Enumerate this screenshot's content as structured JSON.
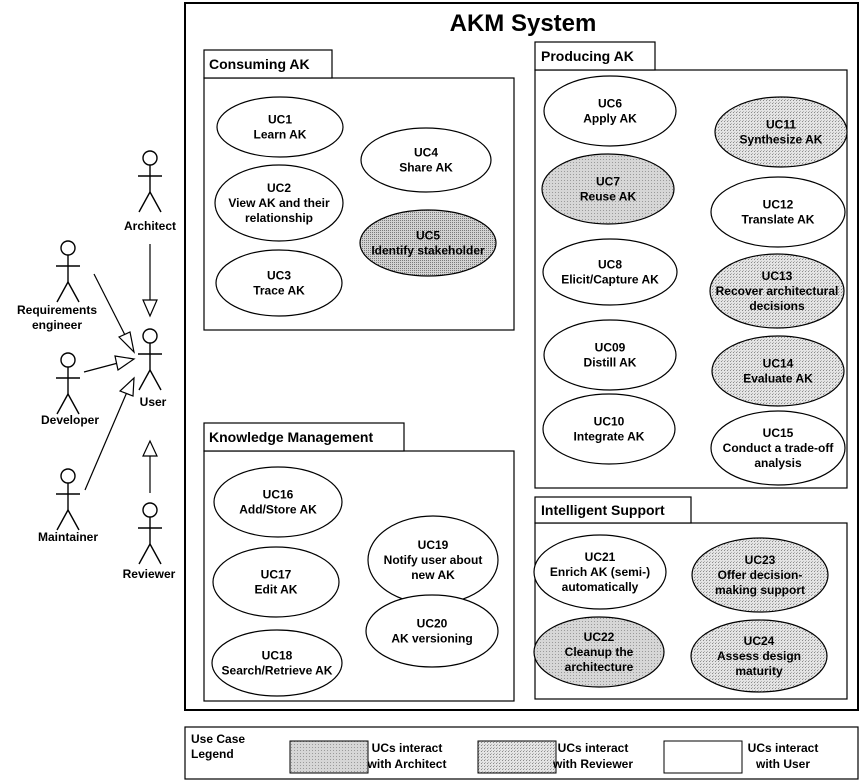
{
  "system": {
    "title": "AKM System"
  },
  "packages": {
    "consuming": "Consuming AK",
    "producing": "Producing AK",
    "km": "Knowledge Management",
    "intelligent": "Intelligent Support"
  },
  "use_cases": {
    "uc1": {
      "id": "UC1",
      "lines": [
        "Learn AK"
      ],
      "interacts_with": "User"
    },
    "uc2": {
      "id": "UC2",
      "lines": [
        "View AK and their",
        "relationship"
      ],
      "interacts_with": "User"
    },
    "uc3": {
      "id": "UC3",
      "lines": [
        "Trace AK"
      ],
      "interacts_with": "User"
    },
    "uc4": {
      "id": "UC4",
      "lines": [
        "Share AK"
      ],
      "interacts_with": "User"
    },
    "uc5": {
      "id": "UC5",
      "lines": [
        "Identify stakeholder"
      ],
      "interacts_with": "Reviewer"
    },
    "uc6": {
      "id": "UC6",
      "lines": [
        "Apply AK"
      ],
      "interacts_with": "User"
    },
    "uc7": {
      "id": "UC7",
      "lines": [
        "Reuse AK"
      ],
      "interacts_with": "Architect"
    },
    "uc8": {
      "id": "UC8",
      "lines": [
        "Elicit/Capture AK"
      ],
      "interacts_with": "User"
    },
    "uc9": {
      "id": "UC09",
      "lines": [
        "Distill AK"
      ],
      "interacts_with": "User"
    },
    "uc10": {
      "id": "UC10",
      "lines": [
        "Integrate AK"
      ],
      "interacts_with": "User"
    },
    "uc11": {
      "id": "UC11",
      "lines": [
        "Synthesize AK"
      ],
      "interacts_with": "Reviewer"
    },
    "uc12": {
      "id": "UC12",
      "lines": [
        "Translate AK"
      ],
      "interacts_with": "User"
    },
    "uc13": {
      "id": "UC13",
      "lines": [
        "Recover architectural",
        "decisions"
      ],
      "interacts_with": "Reviewer"
    },
    "uc14": {
      "id": "UC14",
      "lines": [
        "Evaluate AK"
      ],
      "interacts_with": "Reviewer"
    },
    "uc15": {
      "id": "UC15",
      "lines": [
        "Conduct a trade-off",
        "analysis"
      ],
      "interacts_with": "User"
    },
    "uc16": {
      "id": "UC16",
      "lines": [
        "Add/Store AK"
      ],
      "interacts_with": "User"
    },
    "uc17": {
      "id": "UC17",
      "lines": [
        "Edit AK"
      ],
      "interacts_with": "User"
    },
    "uc18": {
      "id": "UC18",
      "lines": [
        "Search/Retrieve AK"
      ],
      "interacts_with": "User"
    },
    "uc19": {
      "id": "UC19",
      "lines": [
        "Notify user about",
        "new AK"
      ],
      "interacts_with": "User"
    },
    "uc20": {
      "id": "UC20",
      "lines": [
        "AK versioning"
      ],
      "interacts_with": "User"
    },
    "uc21": {
      "id": "UC21",
      "lines": [
        "Enrich AK (semi-)",
        "automatically"
      ],
      "interacts_with": "User"
    },
    "uc22": {
      "id": "UC22",
      "lines": [
        "Cleanup the",
        "architecture"
      ],
      "interacts_with": "Architect"
    },
    "uc23": {
      "id": "UC23",
      "lines": [
        "Offer decision-",
        "making support"
      ],
      "interacts_with": "Reviewer"
    },
    "uc24": {
      "id": "UC24",
      "lines": [
        "Assess design",
        "maturity"
      ],
      "interacts_with": "Reviewer"
    }
  },
  "actors": {
    "architect": {
      "lines": [
        "Architect"
      ]
    },
    "user": {
      "lines": [
        "User"
      ]
    },
    "requirements": {
      "lines": [
        "Requirements",
        "engineer"
      ]
    },
    "developer": {
      "lines": [
        "Developer"
      ]
    },
    "maintainer": {
      "lines": [
        "Maintainer"
      ]
    },
    "reviewer": {
      "lines": [
        "Reviewer"
      ]
    }
  },
  "legend": {
    "title_lines": [
      "Use Case",
      "Legend"
    ],
    "items": [
      {
        "lines": [
          "UCs interact",
          "with Architect"
        ],
        "fill": "architect"
      },
      {
        "lines": [
          "UCs interact",
          "with Reviewer"
        ],
        "fill": "reviewer"
      },
      {
        "lines": [
          "UCs interact",
          "with User"
        ],
        "fill": "user"
      }
    ]
  },
  "colors": {
    "line": "#000000",
    "background": "#ffffff",
    "architect_fill": "#cfcfcf",
    "reviewer_fill": "#d9d9d9"
  }
}
